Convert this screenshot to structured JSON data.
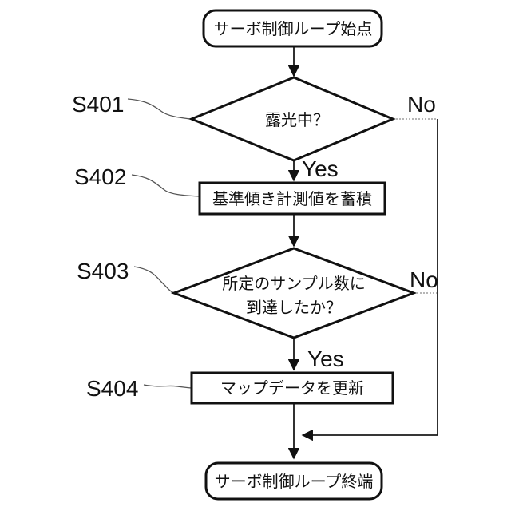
{
  "figure": {
    "type": "flowchart",
    "background_color": "#ffffff",
    "line_color": "#111111",
    "nodes": {
      "start_terminal": {
        "shape": "rounded-terminal",
        "label": "サーボ制御ループ始点"
      },
      "decision_exposure": {
        "shape": "diamond",
        "step": "S401",
        "label": "露光中？"
      },
      "process_accumulate": {
        "shape": "rectangle",
        "step": "S402",
        "label": "基準傾き計測値を蓄積"
      },
      "decision_samples": {
        "shape": "diamond",
        "step": "S403",
        "label_line1": "所定のサンプル数に",
        "label_line2": "到達したか？"
      },
      "process_update_map": {
        "shape": "rectangle",
        "step": "S404",
        "label": "マップデータを更新"
      },
      "end_terminal": {
        "shape": "rounded-terminal",
        "label": "サーボ制御ループ終端"
      }
    },
    "step_labels": {
      "s401": "S401",
      "s402": "S402",
      "s403": "S403",
      "s404": "S404"
    },
    "branch_labels": {
      "no1": "No",
      "yes1": "Yes",
      "no2": "No",
      "yes2": "Yes"
    },
    "edges": [
      {
        "from": "start_terminal",
        "to": "decision_exposure"
      },
      {
        "from": "decision_exposure",
        "to": "process_accumulate",
        "label": "Yes"
      },
      {
        "from": "decision_exposure",
        "to": "merge-point",
        "label": "No"
      },
      {
        "from": "process_accumulate",
        "to": "decision_samples"
      },
      {
        "from": "decision_samples",
        "to": "process_update_map",
        "label": "Yes"
      },
      {
        "from": "decision_samples",
        "to": "merge-point",
        "label": "No"
      },
      {
        "from": "process_update_map",
        "to": "end_terminal"
      }
    ]
  }
}
